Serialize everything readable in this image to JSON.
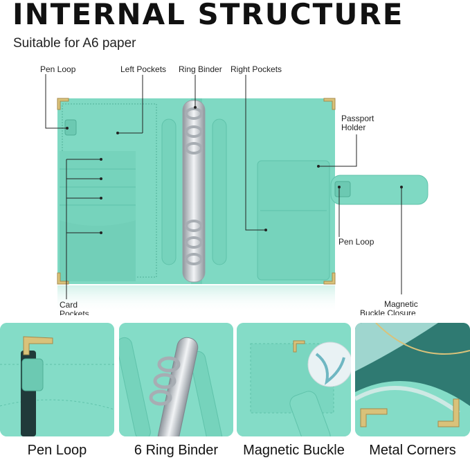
{
  "header": {
    "title": "INTERNAL STRUCTURE",
    "subtitle": "Suitable for A6 paper"
  },
  "callouts": {
    "pen_loop_top": "Pen Loop",
    "left_pockets": "Left Pockets",
    "ring_binder": "Ring Binder",
    "right_pockets": "Right Pockets",
    "passport_holder_line1": "Passport",
    "passport_holder_line2": "Holder",
    "pen_loop_right": "Pen Loop",
    "card_pockets_line1": "Card",
    "card_pockets_line2": "Pockets",
    "magnetic_closure_line1": "Magnetic",
    "magnetic_closure_line2": "Buckle Closure"
  },
  "details": [
    {
      "caption": "Pen Loop"
    },
    {
      "caption": "6 Ring Binder"
    },
    {
      "caption": "Magnetic Buckle"
    },
    {
      "caption": "Metal Corners"
    }
  ],
  "colors": {
    "leather": "#7fd9c3",
    "leather_dark": "#5fc2aa",
    "stitch": "#4fae97",
    "metal": "#d9c27a",
    "ring": "#c9cdd2"
  }
}
